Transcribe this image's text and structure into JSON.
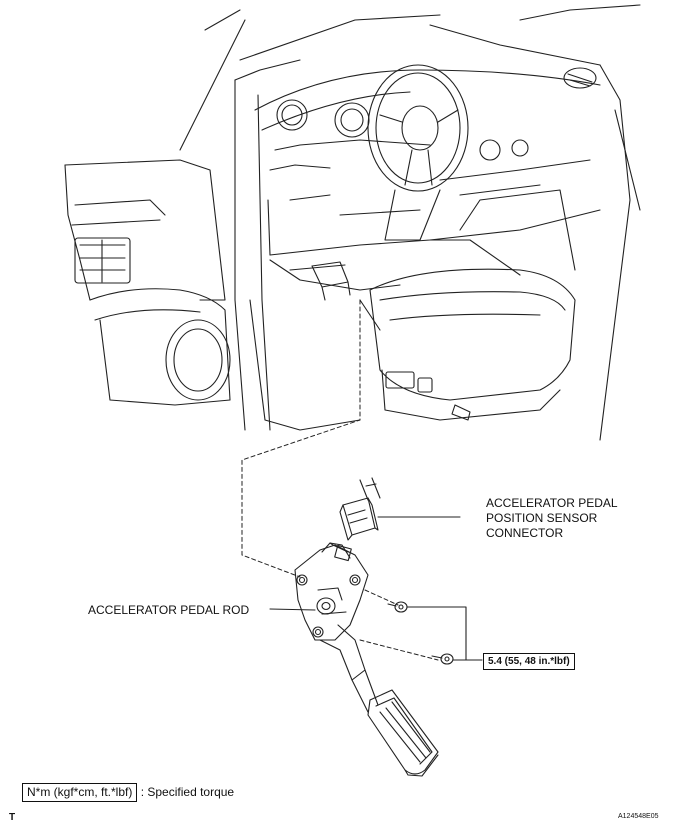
{
  "labels": {
    "sensor_connector": [
      "ACCELERATOR PEDAL",
      "POSITION SENSOR",
      "CONNECTOR"
    ],
    "pedal_rod": "ACCELERATOR PEDAL ROD",
    "torque_value": "5.4 (55, 48 in.*lbf)"
  },
  "legend": {
    "unit_box": "N*m (kgf*cm, ft.*lbf)",
    "description": ": Specified torque"
  },
  "corner_mark": "T",
  "figure_id": "A124548E05"
}
